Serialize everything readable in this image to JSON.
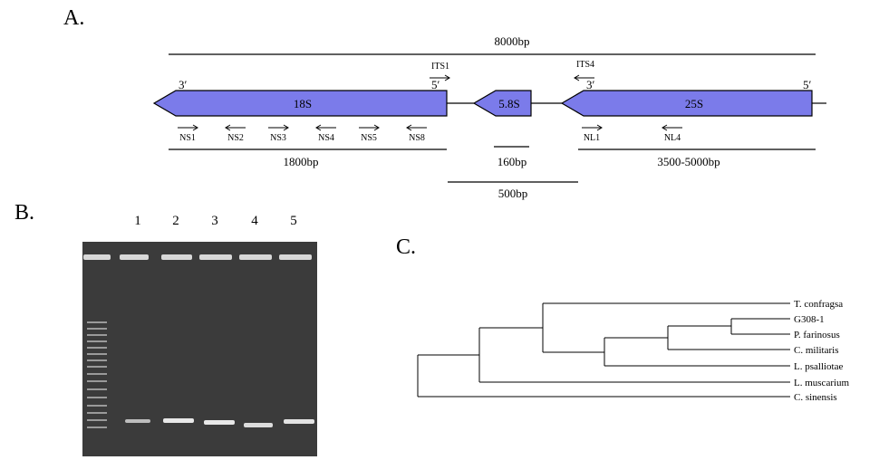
{
  "panel_a": {
    "label": "A.",
    "total_length": "8000bp",
    "its1": "ITS1",
    "its4": "ITS4",
    "gene_18s": "18S",
    "gene_58s": "5.8S",
    "gene_25s": "25S",
    "end_3_left": "3′",
    "end_5_its1": "5′",
    "end_3_right": "3′",
    "end_5_right": "5′",
    "primers_18s": [
      {
        "name": "NS1",
        "dir": "right"
      },
      {
        "name": "NS2",
        "dir": "left"
      },
      {
        "name": "NS3",
        "dir": "right"
      },
      {
        "name": "NS4",
        "dir": "left"
      },
      {
        "name": "NS5",
        "dir": "right"
      },
      {
        "name": "NS8",
        "dir": "left"
      }
    ],
    "primers_25s": [
      {
        "name": "NL1",
        "dir": "right"
      },
      {
        "name": "NL4",
        "dir": "left"
      }
    ],
    "len_18s": "1800bp",
    "len_58s": "160bp",
    "len_25s": "3500-5000bp",
    "len_its": "500bp",
    "colors": {
      "gene_fill": "#7b7bea",
      "stroke": "#000000"
    }
  },
  "panel_b": {
    "label": "B.",
    "lanes": [
      "1",
      "2",
      "3",
      "4",
      "5"
    ],
    "colors": {
      "gel": "#3b3b3b",
      "band": "#e8e8e8"
    }
  },
  "panel_c": {
    "label": "C.",
    "taxa": [
      "T. confragsa",
      "G308-1",
      "P. farinosus",
      "C. militaris",
      "L. psalliotae",
      "L. muscarium",
      "C. sinensis"
    ]
  }
}
